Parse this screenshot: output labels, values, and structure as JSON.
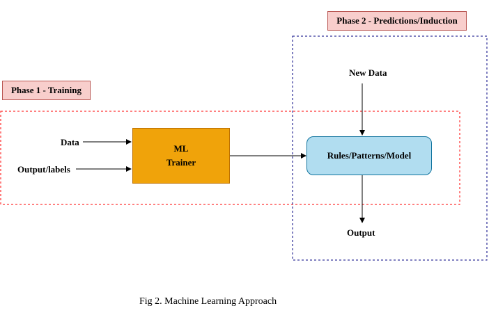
{
  "phase1": {
    "label": "Phase 1 - Training"
  },
  "phase2": {
    "label": "Phase 2 - Predictions/Induction"
  },
  "inputs": {
    "data": "Data",
    "labels": "Output/labels",
    "new_data": "New Data"
  },
  "trainer": {
    "line1": "ML",
    "line2": "Trainer"
  },
  "model": {
    "label": "Rules/Patterns/Model"
  },
  "output": {
    "label": "Output"
  },
  "caption": "Fig 2. Machine Learning Approach",
  "colors": {
    "phase_fill": "#f8cecc",
    "phase_border": "#b85450",
    "trainer_fill": "#f0a30a",
    "model_fill": "#b1ddf0",
    "phase1_region": "#ff0000",
    "phase2_region": "#000080"
  }
}
